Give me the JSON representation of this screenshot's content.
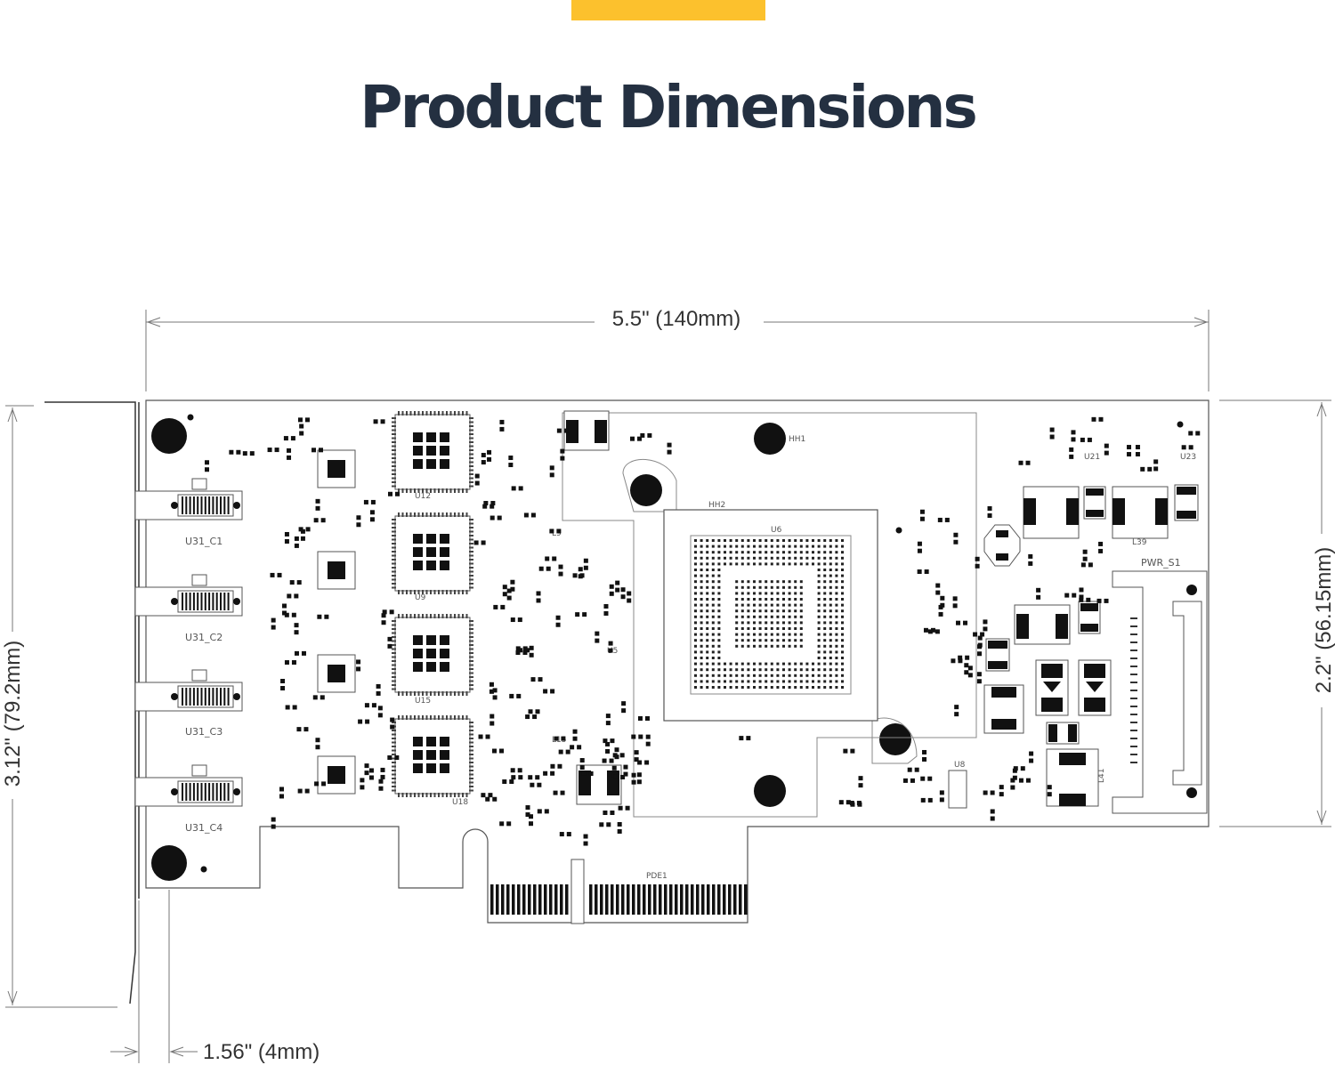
{
  "title": "Product Dimensions",
  "colors": {
    "accent": "#fcc12d",
    "title": "#243041",
    "outline": "#555555",
    "dimension_line": "#777777",
    "component": "#111111"
  },
  "dimensions": {
    "width": "5.5\" (140mm)",
    "bracket_height": "3.12\" (79.2mm)",
    "card_height": "2.2\" (56.15mm)",
    "thickness": "1.56\" (4mm)"
  },
  "board_labels": {
    "ports": [
      "U31_C1",
      "U31_C2",
      "U31_C3",
      "U31_C4"
    ],
    "power_connector": "PWR_S1",
    "pcie_edge": "PDE1",
    "chips": [
      "U12",
      "U9",
      "U15",
      "U18"
    ],
    "main_chip": "U6",
    "heatsink": "HH2",
    "mount_hole": "HH1",
    "voltage_reg": "U8",
    "misc": [
      "U5",
      "U21",
      "U23",
      "L39",
      "L41",
      "L9",
      "L15"
    ]
  }
}
